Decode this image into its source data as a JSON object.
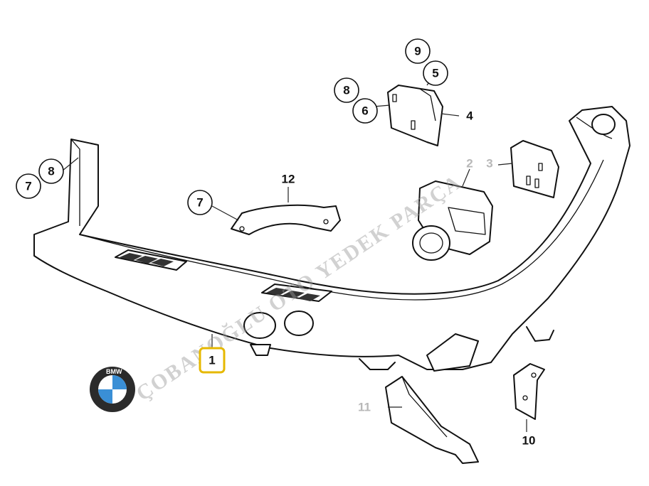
{
  "diagram": {
    "callouts": [
      {
        "id": "c1",
        "label": "1",
        "style": "highlight"
      },
      {
        "id": "c2",
        "label": "2",
        "style": "faded"
      },
      {
        "id": "c3",
        "label": "3",
        "style": "faded"
      },
      {
        "id": "c4",
        "label": "4",
        "style": "plain"
      },
      {
        "id": "c5",
        "label": "5",
        "style": "circle"
      },
      {
        "id": "c6",
        "label": "6",
        "style": "circle"
      },
      {
        "id": "c7a",
        "label": "7",
        "style": "circle"
      },
      {
        "id": "c7b",
        "label": "7",
        "style": "circle"
      },
      {
        "id": "c8a",
        "label": "8",
        "style": "circle"
      },
      {
        "id": "c8b",
        "label": "8",
        "style": "circle"
      },
      {
        "id": "c9",
        "label": "9",
        "style": "circle"
      },
      {
        "id": "c10",
        "label": "10",
        "style": "plain"
      },
      {
        "id": "c11",
        "label": "11",
        "style": "faded"
      },
      {
        "id": "c12",
        "label": "12",
        "style": "plain"
      }
    ],
    "watermark": "ÇOBANOĞLU OTO YEDEK PARÇA",
    "logo": {
      "text": "BMW",
      "colors": {
        "blue": "#3a8fd6",
        "white": "#ffffff",
        "ring": "#2b2b2b"
      }
    }
  }
}
